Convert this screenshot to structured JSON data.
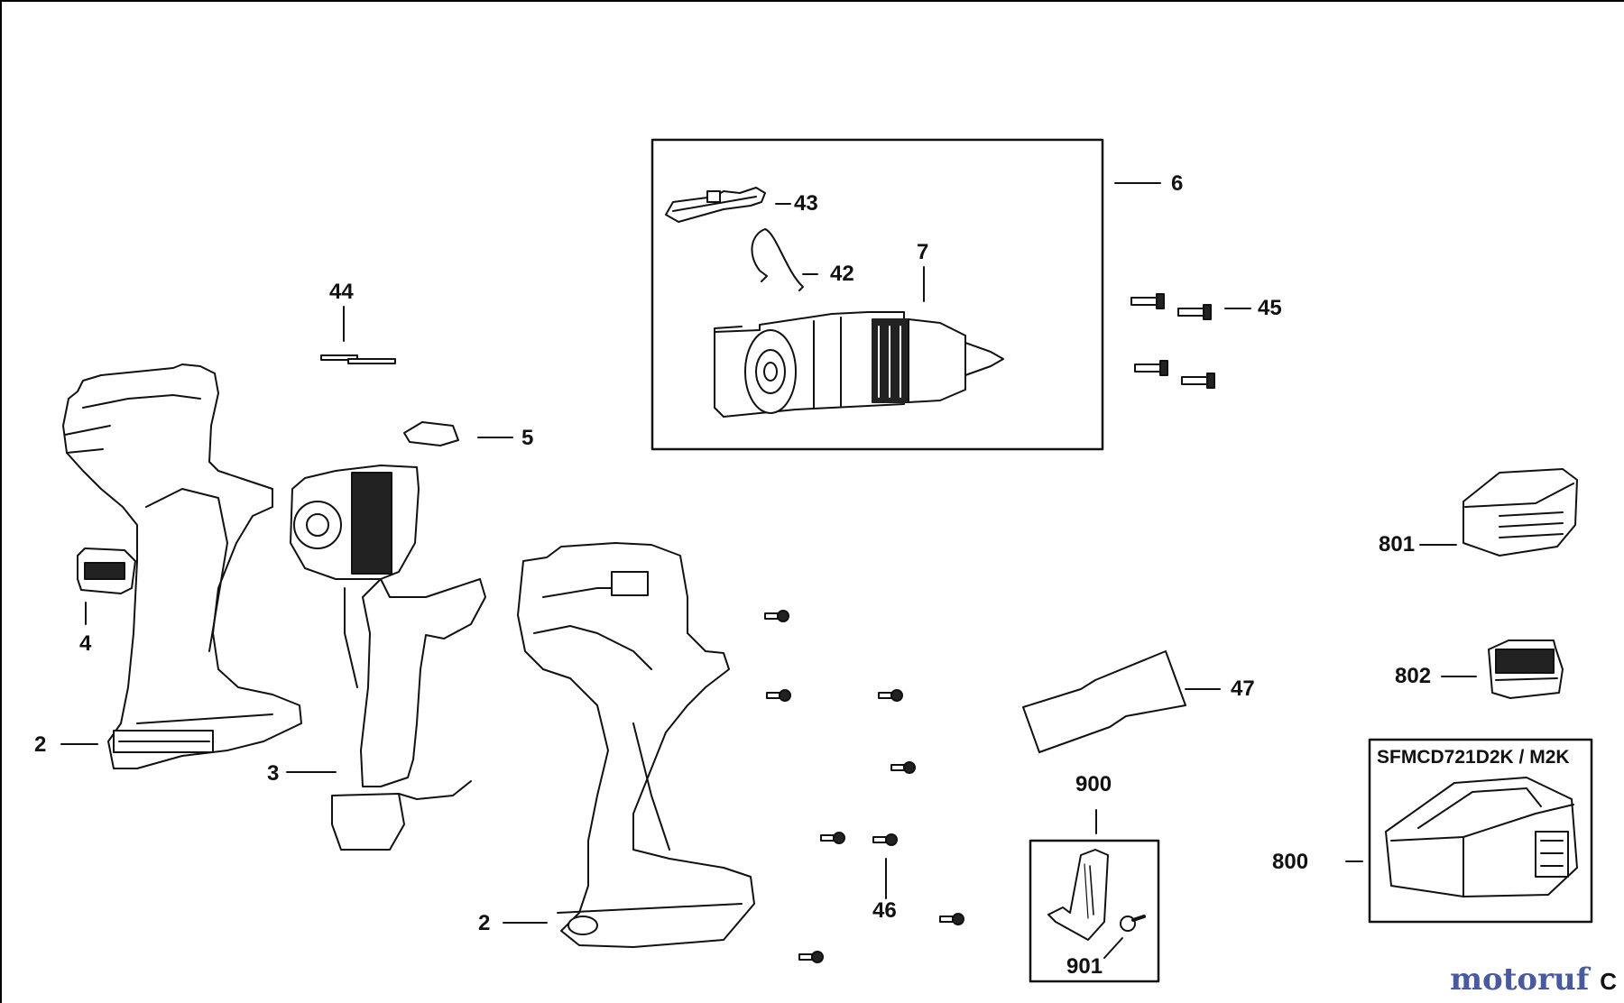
{
  "callouts": {
    "c43": "43",
    "c42": "42",
    "c7": "7",
    "c6": "6",
    "c44": "44",
    "c45": "45",
    "c5": "5",
    "c801": "801",
    "c4": "4",
    "c802": "802",
    "c47": "47",
    "c2a": "2",
    "c3": "3",
    "c2b": "2",
    "c900": "900",
    "c800": "800",
    "c46": "46",
    "c901": "901"
  },
  "kit_title": "SFMCD721D2K / M2K",
  "watermark": "motoruf",
  "watermark_suffix": "C",
  "colors": {
    "line": "#111111",
    "fill": "#ffffff",
    "accent_dark": "#333333"
  }
}
